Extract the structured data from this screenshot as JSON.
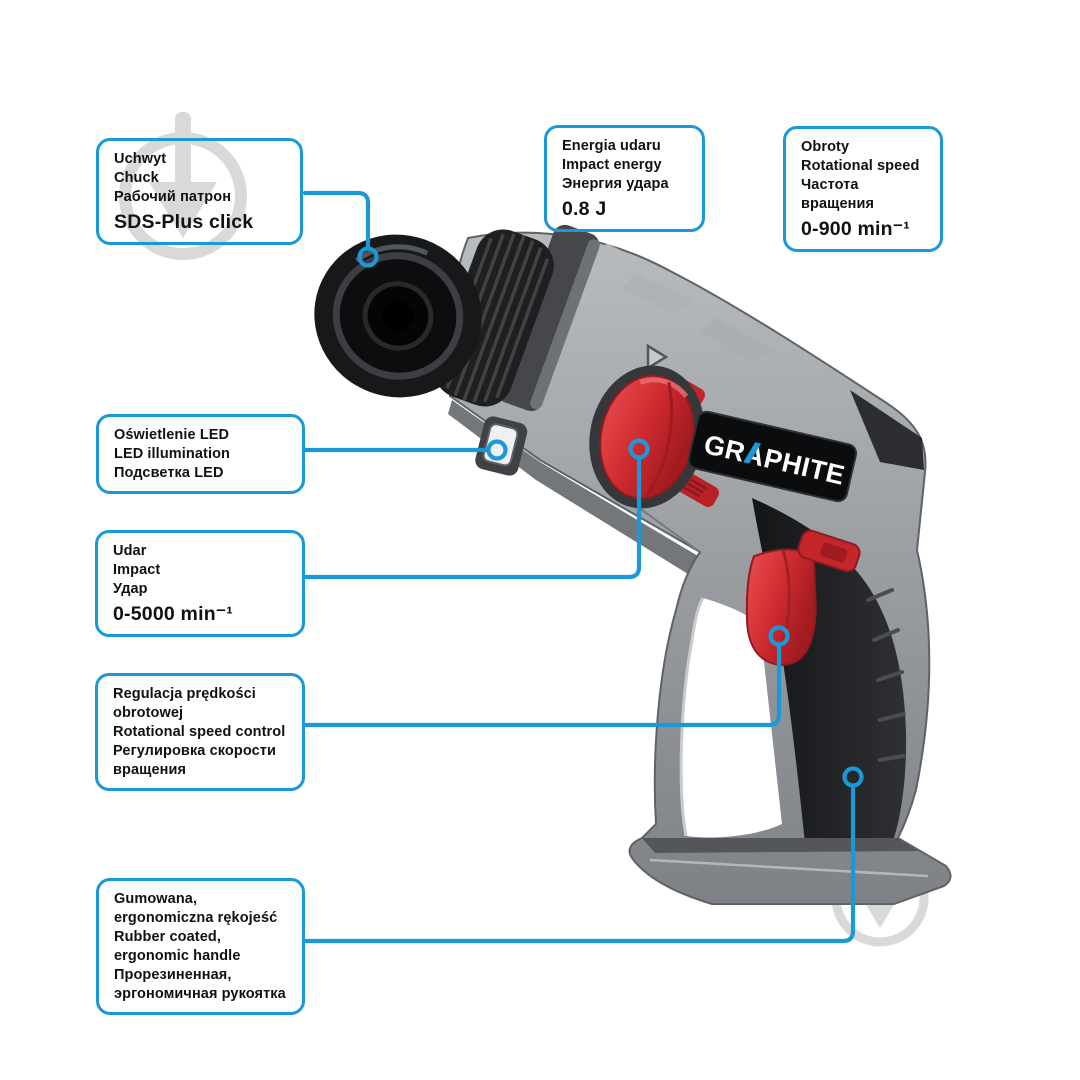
{
  "colors": {
    "accent_blue": "#1b99d6",
    "drill_red": "#c4262b",
    "logo_accent_blue": "#2ba0dc",
    "watermark_gray": "#d9d9d9",
    "text": "#111111",
    "background": "#ffffff"
  },
  "product": {
    "brand": "GRAPHITE"
  },
  "callouts": [
    {
      "id": "chuck",
      "lines": [
        "Uchwyt",
        "Chuck",
        "Рабочий патрон"
      ],
      "value": "SDS-Plus click"
    },
    {
      "id": "impact-energy",
      "lines": [
        "Energia udaru",
        "Impact energy",
        "Энергия удара"
      ],
      "value": "0.8 J"
    },
    {
      "id": "rotational-speed",
      "lines": [
        "Obroty",
        "Rotational speed",
        "Частота вращения"
      ],
      "value": "0-900 min⁻¹"
    },
    {
      "id": "led-illumination",
      "lines": [
        "Oświetlenie LED",
        "LED illumination",
        "Подсветка LED"
      ]
    },
    {
      "id": "impact-rate",
      "lines": [
        "Udar",
        "Impact",
        "Удар"
      ],
      "value": "0-5000 min⁻¹"
    },
    {
      "id": "speed-control",
      "lines": [
        "Regulacja prędkości obrotowej",
        "Rotational speed control",
        "Регулировка скорости вращения"
      ]
    },
    {
      "id": "ergonomic-handle",
      "lines": [
        "Gumowana, ergonomiczna rękojeść",
        "Rubber coated, ergonomic handle",
        "Прорезиненная, эргономичная рукоятка"
      ]
    }
  ]
}
